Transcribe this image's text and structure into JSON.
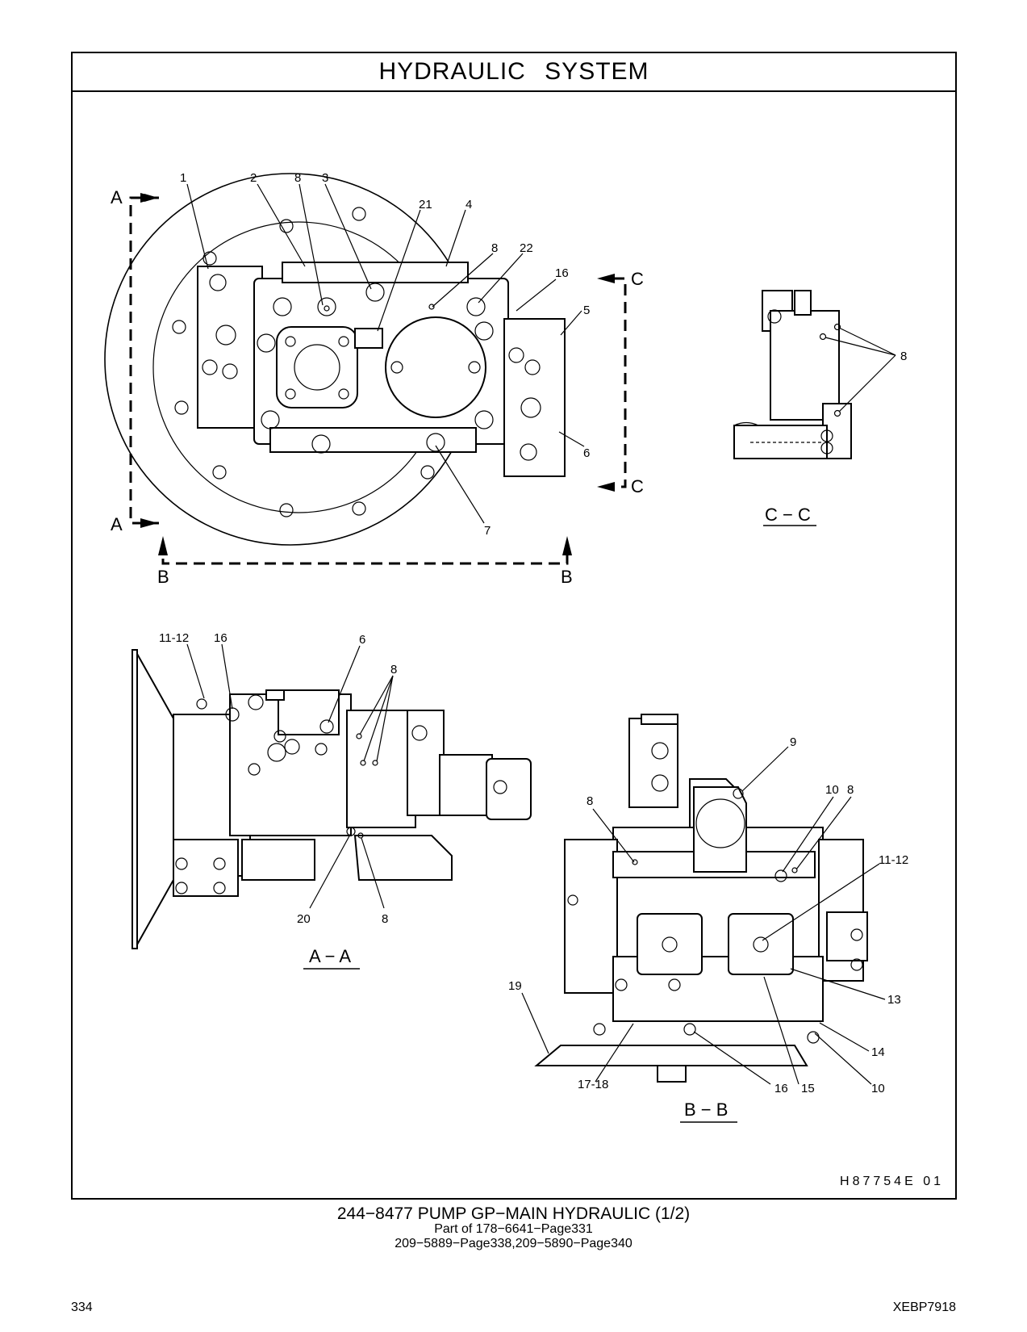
{
  "title": "HYDRAULIC SYSTEM",
  "caption": {
    "main": "244−8477 PUMP GP−MAIN HYDRAULIC (1/2)",
    "sub1": "Part of 178−6641−Page331",
    "sub2": "209−5889−Page338,209−5890−Page340"
  },
  "page_number": "334",
  "doc_code": "XEBP7918",
  "drawing_id": "H87754E 01",
  "view_names": {
    "section_a": "A",
    "section_b": "B",
    "section_c": "C",
    "view_aa": "A − A",
    "view_bb": "B − B",
    "view_cc": "C − C"
  },
  "callouts": {
    "main": [
      "1",
      "2",
      "8",
      "3",
      "21",
      "4",
      "8",
      "22",
      "16",
      "5",
      "6",
      "7"
    ],
    "cc": [
      "8"
    ],
    "aa": [
      "11-12",
      "16",
      "6",
      "8",
      "20",
      "8"
    ],
    "bb": [
      "9",
      "8",
      "10",
      "8",
      "11-12",
      "13",
      "19",
      "14",
      "17-18",
      "16",
      "15",
      "10"
    ]
  }
}
